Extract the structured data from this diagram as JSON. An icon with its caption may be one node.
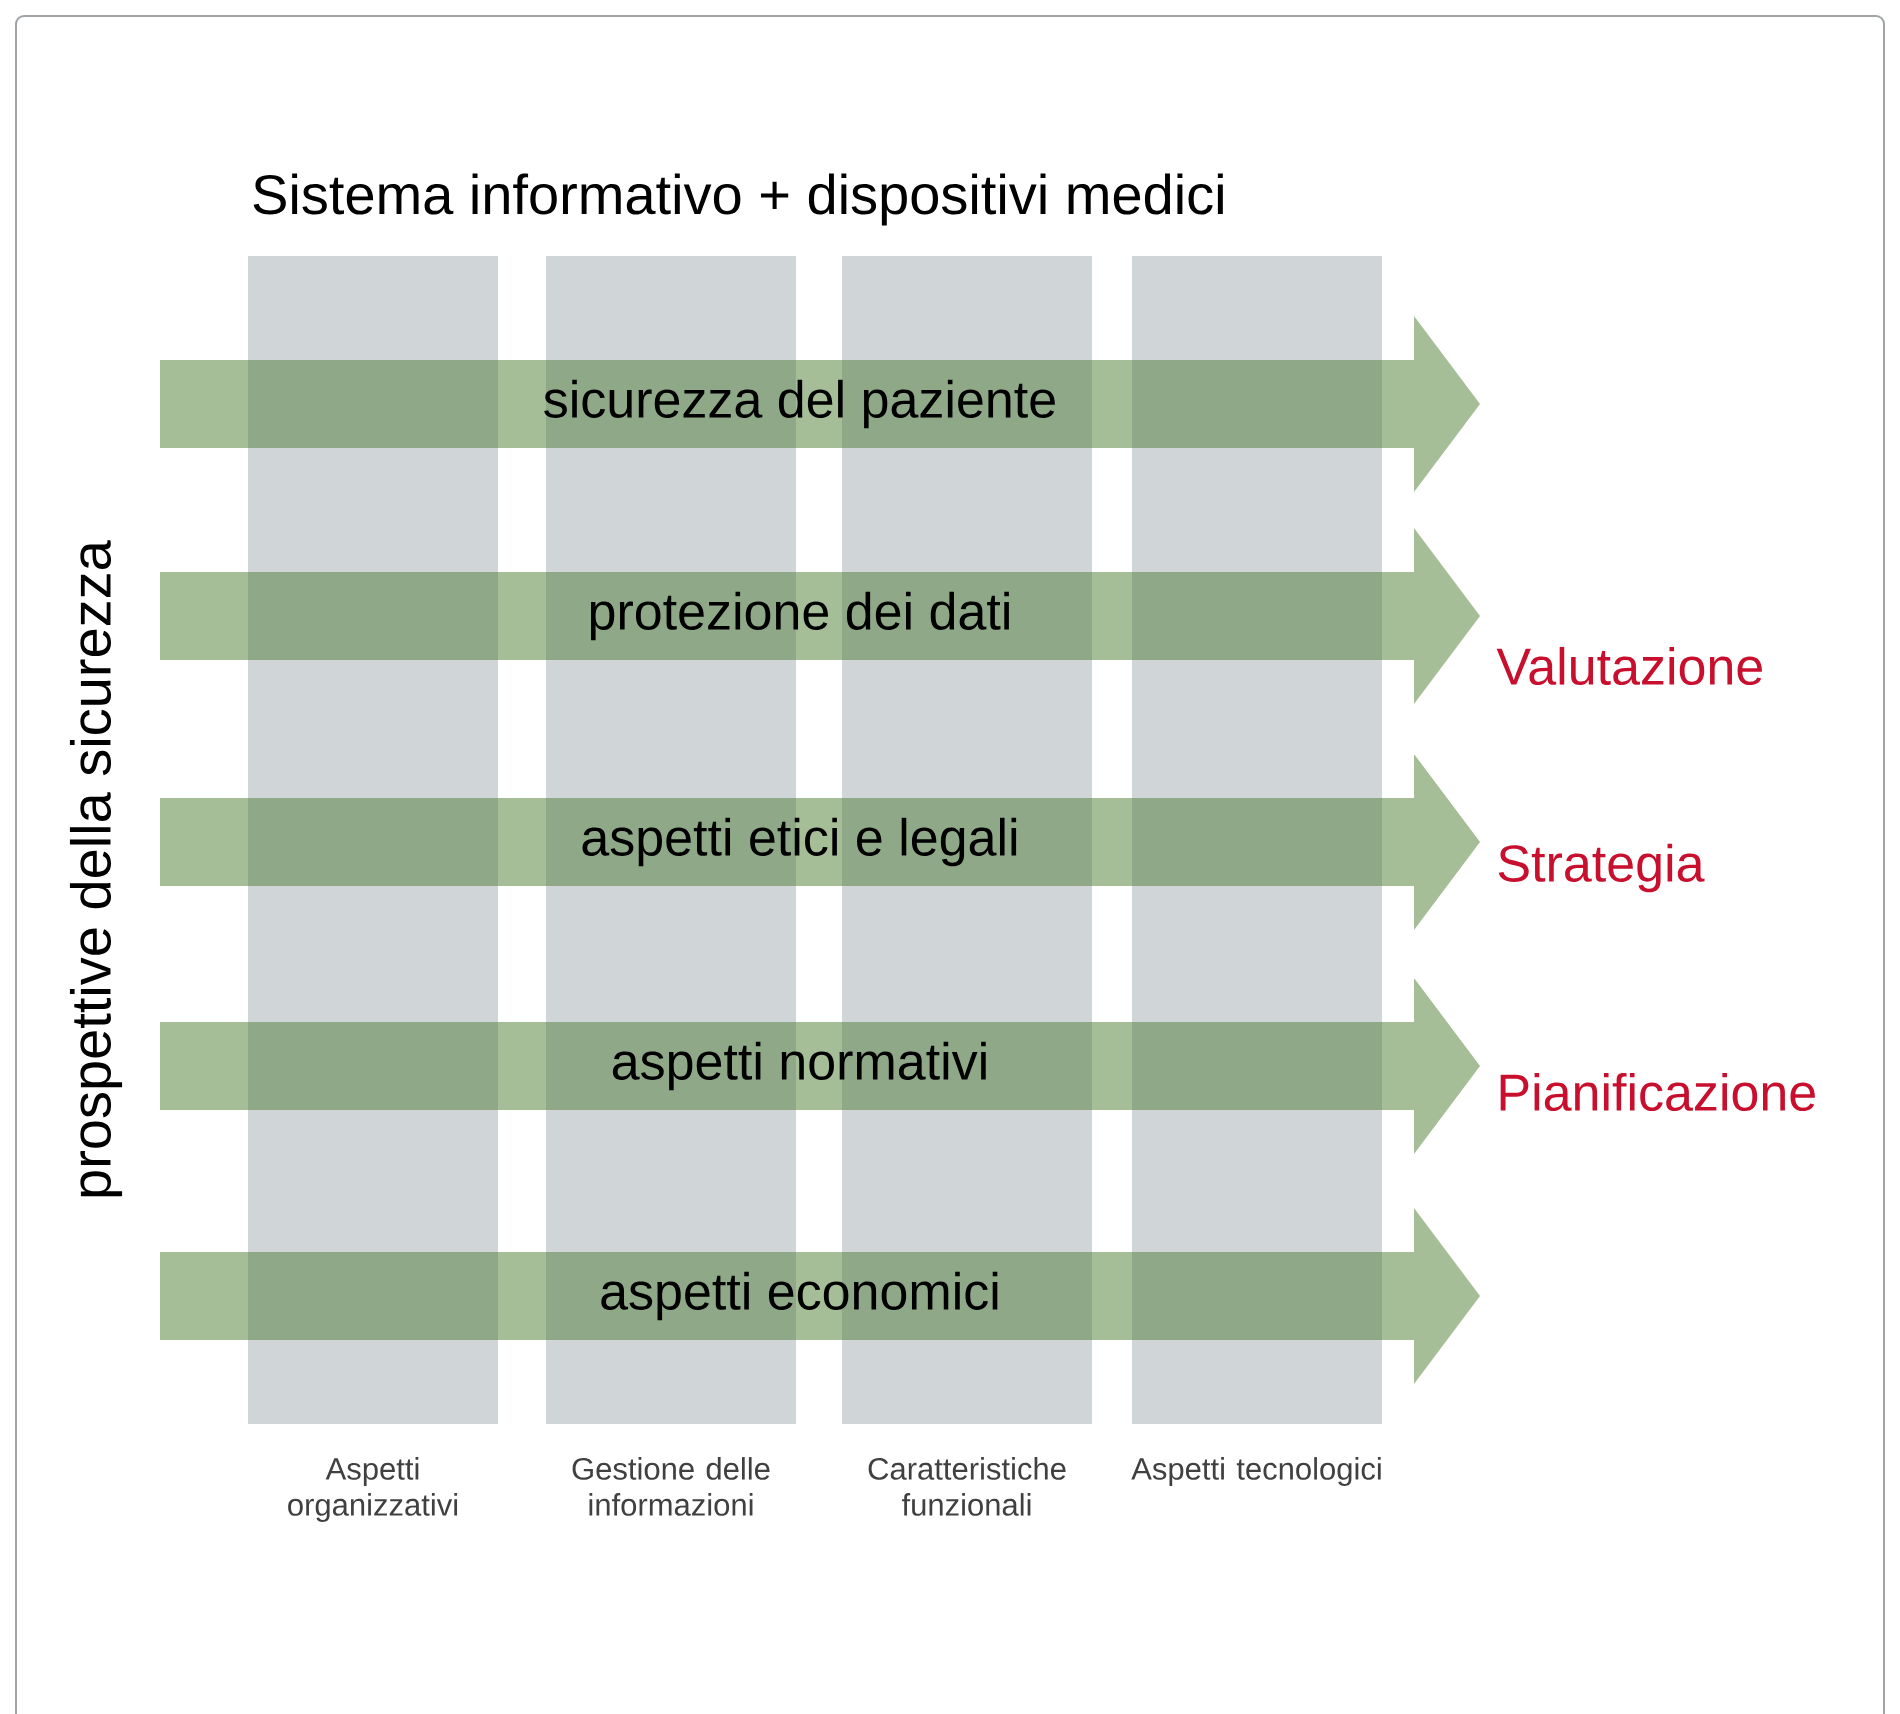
{
  "diagram": {
    "title": "Sistema informativo + dispositivi medici",
    "nodes": [
      {
        "text": [
          "Aspetti organizzativi"
        ]
      },
      {
        "text": [
          "Gestione delle informazioni"
        ]
      },
      {
        "text": [
          "Caratteristiche funzionali"
        ]
      },
      {
        "text": [
          "Aspetti tecnologici"
        ]
      },
      {
        "text": [
          "sicurezza del paziente"
        ]
      },
      {
        "text": [
          "protezione dei dati"
        ]
      },
      {
        "text": [
          "aspetti etici e legali"
        ]
      },
      {
        "text": [
          "aspetti normativi"
        ]
      },
      {
        "text": [
          "aspetti economici"
        ]
      }
    ],
    "labels": [
      "prospettive della sicurezza",
      "Valutazione",
      "Strategia",
      "Pianificazione"
    ]
  }
}
